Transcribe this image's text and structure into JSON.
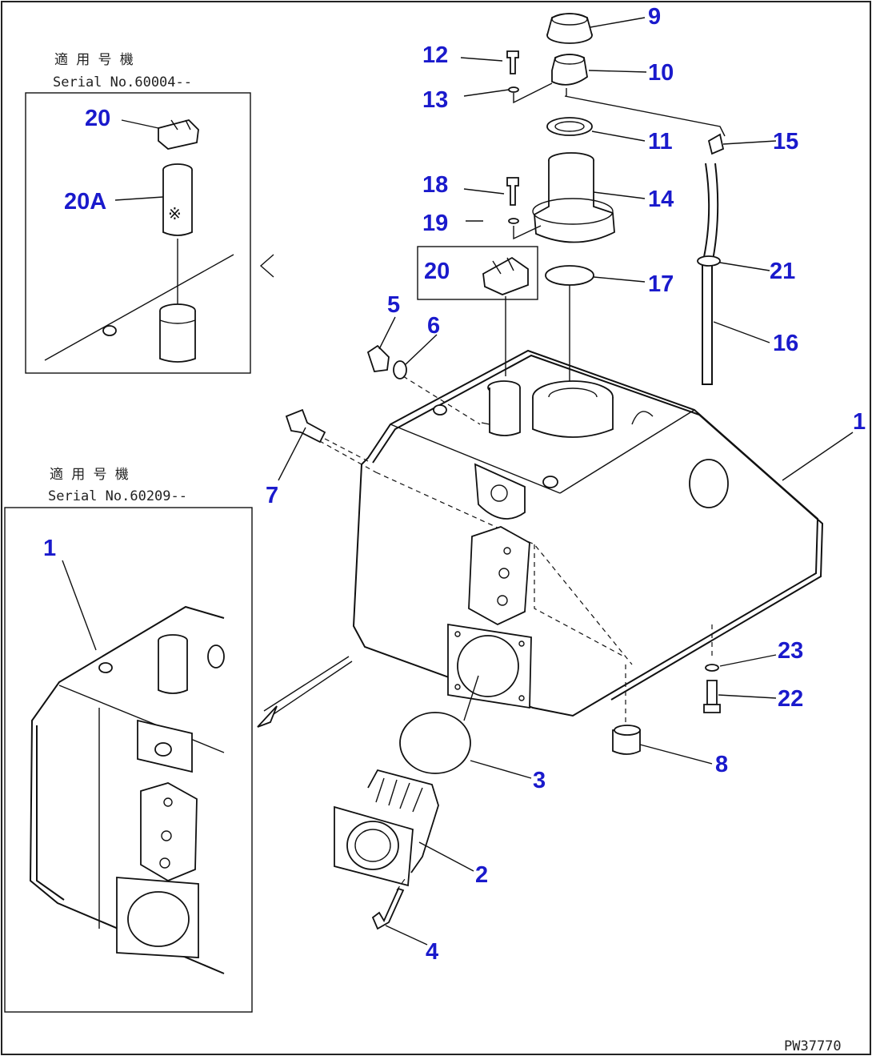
{
  "callouts": {
    "c1": "1",
    "c1b": "1",
    "c2": "2",
    "c3": "3",
    "c4": "4",
    "c5": "5",
    "c6": "6",
    "c7": "7",
    "c8": "8",
    "c9": "9",
    "c10": "10",
    "c11": "11",
    "c12": "12",
    "c13": "13",
    "c14": "14",
    "c15": "15",
    "c16": "16",
    "c17": "17",
    "c18": "18",
    "c19": "19",
    "c20": "20",
    "c20b": "20",
    "c20a": "20A",
    "c21": "21",
    "c22": "22",
    "c23": "23"
  },
  "insets": {
    "top": {
      "jp": "適 用 号 機",
      "serial": "Serial No.60004--"
    },
    "bottom": {
      "jp": "適 用 号 機",
      "serial": "Serial No.60209--"
    }
  },
  "inset_symbol": "※",
  "figure_id": "PW37770",
  "colors": {
    "callout": "#1a1acc",
    "line": "#111111",
    "background": "#ffffff"
  }
}
